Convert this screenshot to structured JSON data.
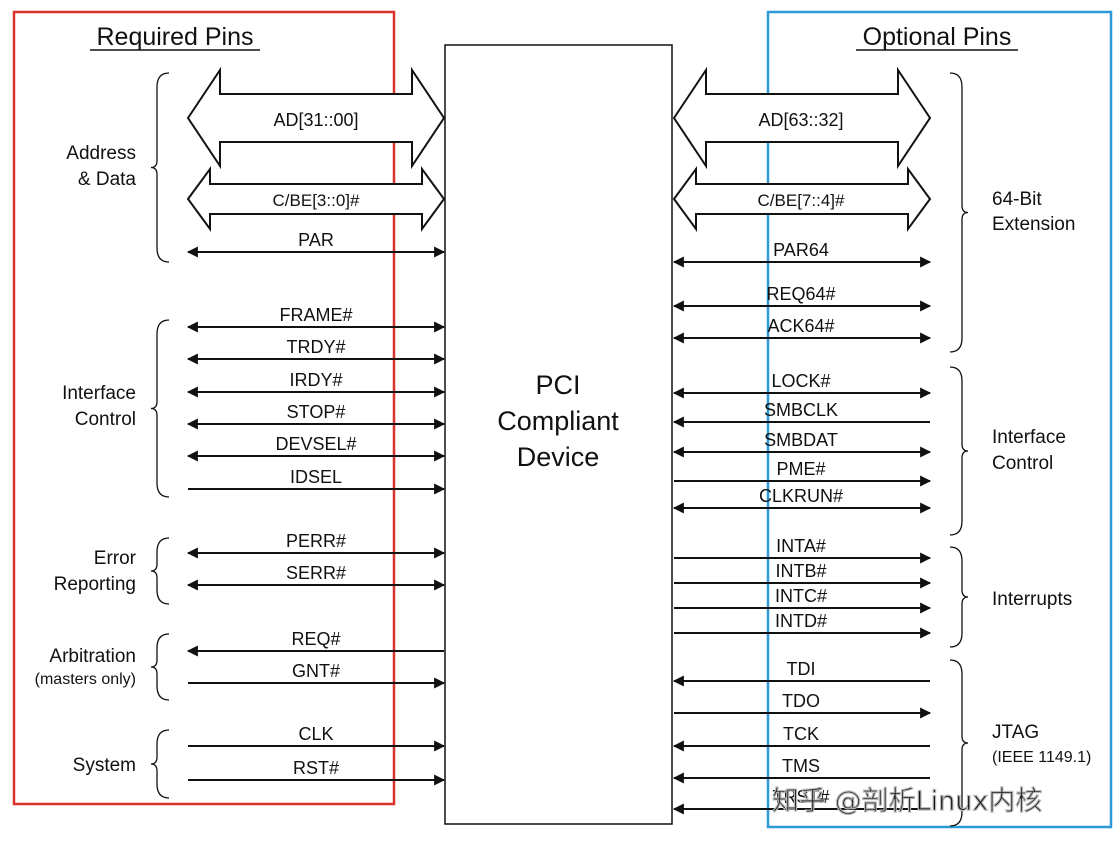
{
  "headers": {
    "required": "Required Pins",
    "optional": "Optional Pins"
  },
  "device": {
    "lines": [
      "PCI",
      "Compliant",
      "Device"
    ]
  },
  "left_groups": [
    {
      "lines": [
        "Address",
        "& Data"
      ]
    },
    {
      "lines": [
        "Interface",
        "Control"
      ]
    },
    {
      "lines": [
        "Error",
        "Reporting"
      ]
    },
    {
      "lines": [
        "Arbitration",
        "(masters only)"
      ]
    },
    {
      "lines": [
        "System"
      ]
    }
  ],
  "right_groups": [
    {
      "lines": [
        "64-Bit",
        "Extension"
      ]
    },
    {
      "lines": [
        "Interface",
        "Control"
      ]
    },
    {
      "lines": [
        "Interrupts"
      ]
    },
    {
      "lines": [
        "JTAG",
        "(IEEE 1149.1)"
      ]
    }
  ],
  "left_bus": [
    {
      "label": "AD[31::00]"
    },
    {
      "label": "C/BE[3::0]#"
    }
  ],
  "right_bus": [
    {
      "label": "AD[63::32]"
    },
    {
      "label": "C/BE[7::4]#"
    }
  ],
  "left_signals": [
    {
      "label": "PAR",
      "dir": "bi"
    },
    {
      "label": "FRAME#",
      "dir": "bi"
    },
    {
      "label": "TRDY#",
      "dir": "bi"
    },
    {
      "label": "IRDY#",
      "dir": "bi"
    },
    {
      "label": "STOP#",
      "dir": "bi"
    },
    {
      "label": "DEVSEL#",
      "dir": "bi"
    },
    {
      "label": "IDSEL",
      "dir": "in"
    },
    {
      "label": "PERR#",
      "dir": "bi"
    },
    {
      "label": "SERR#",
      "dir": "bi"
    },
    {
      "label": "REQ#",
      "dir": "out"
    },
    {
      "label": "GNT#",
      "dir": "in"
    },
    {
      "label": "CLK",
      "dir": "in"
    },
    {
      "label": "RST#",
      "dir": "in"
    }
  ],
  "right_signals": [
    {
      "label": "PAR64",
      "dir": "bi"
    },
    {
      "label": "REQ64#",
      "dir": "bi"
    },
    {
      "label": "ACK64#",
      "dir": "bi"
    },
    {
      "label": "LOCK#",
      "dir": "bi"
    },
    {
      "label": "SMBCLK",
      "dir": "in"
    },
    {
      "label": "SMBDAT",
      "dir": "bi"
    },
    {
      "label": "PME#",
      "dir": "out"
    },
    {
      "label": "CLKRUN#",
      "dir": "bi"
    },
    {
      "label": "INTA#",
      "dir": "out"
    },
    {
      "label": "INTB#",
      "dir": "out"
    },
    {
      "label": "INTC#",
      "dir": "out"
    },
    {
      "label": "INTD#",
      "dir": "out"
    },
    {
      "label": "TDI",
      "dir": "in"
    },
    {
      "label": "TDO",
      "dir": "out"
    },
    {
      "label": "TCK",
      "dir": "in"
    },
    {
      "label": "TMS",
      "dir": "in"
    },
    {
      "label": "TRST#",
      "dir": "in"
    }
  ],
  "watermark": "知乎 @剖析Linux内核",
  "colors": {
    "required_border": "#d9312b",
    "optional_border": "#2b9ad6",
    "ink": "#111111"
  }
}
